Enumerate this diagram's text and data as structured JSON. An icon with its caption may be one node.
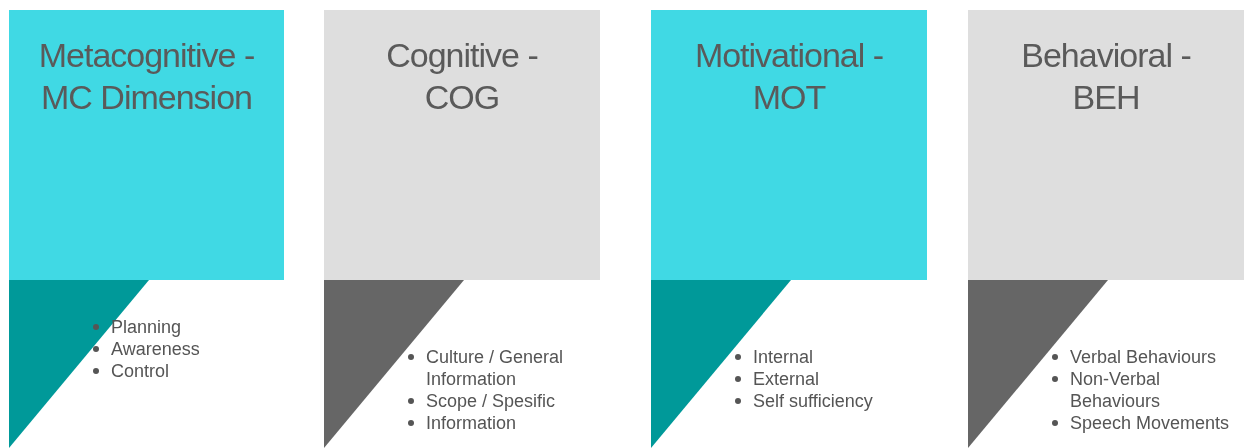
{
  "diagram": {
    "nodes": [
      {
        "text": [
          "Metacognitive - MC Dimension",
          "Planning",
          "Awareness",
          "Control"
        ]
      },
      {
        "text": [
          "Cognitive - COG",
          "Culture / General Information",
          "Scope / Spesific",
          "Information"
        ]
      },
      {
        "text": [
          "Motivational - MOT",
          "Internal",
          "External",
          "Self sufficiency"
        ]
      },
      {
        "text": [
          "Behavioral - BEH",
          "Verbal Behaviours",
          "Non-Verbal Behaviours",
          "Speech Movements"
        ]
      }
    ]
  }
}
